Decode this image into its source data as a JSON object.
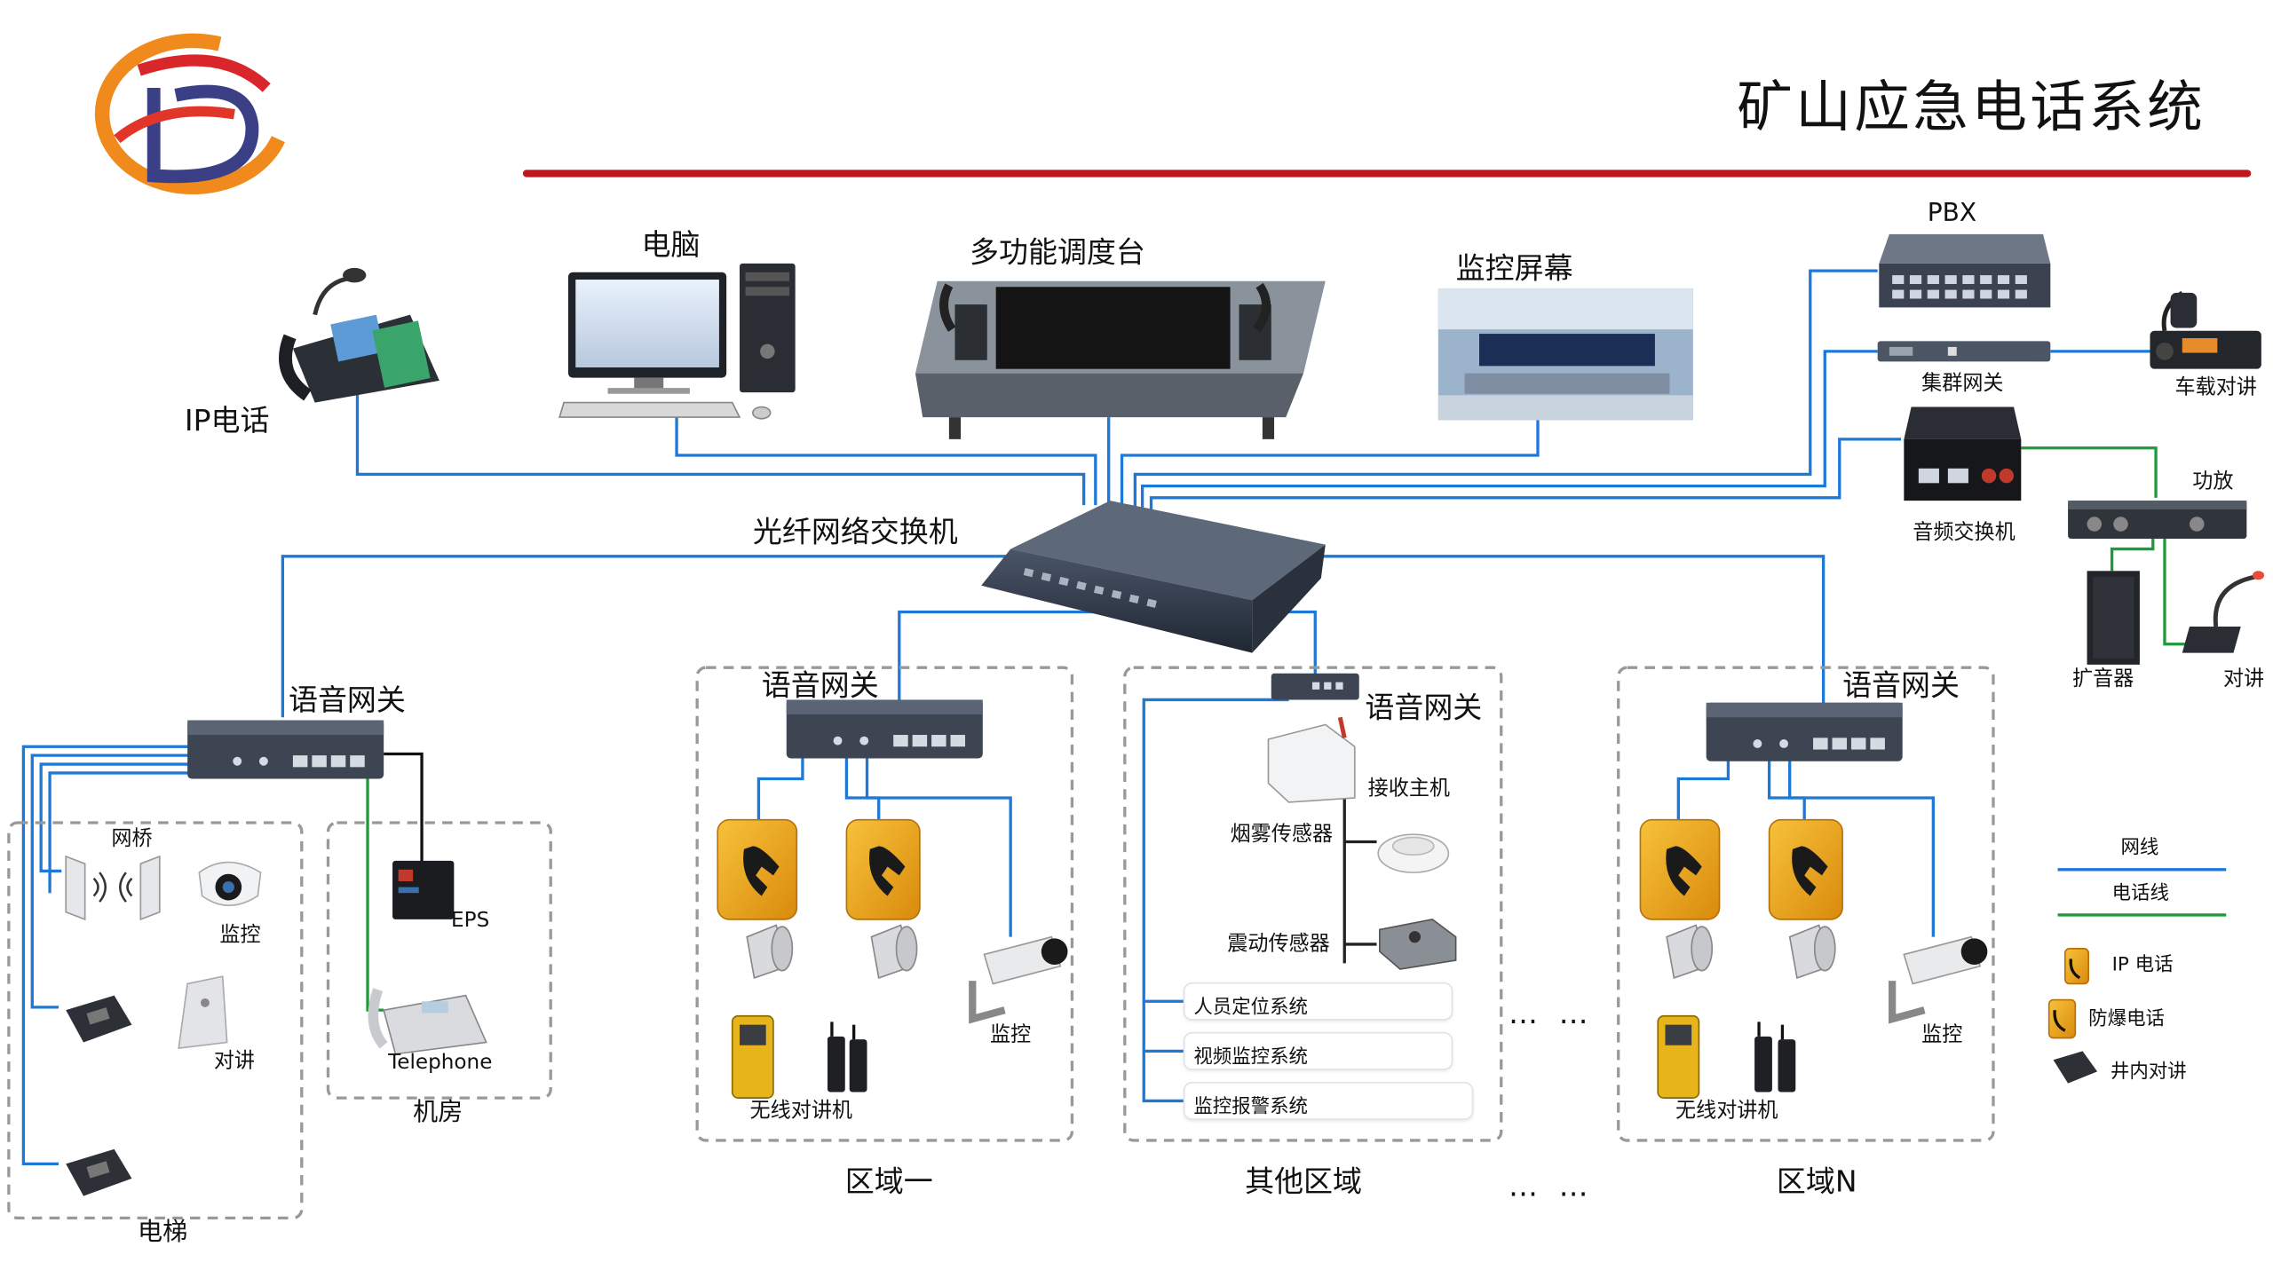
{
  "title": "矿山应急电话系统",
  "colors": {
    "title_bar": "#c0161d",
    "network_line": "#1e78d8",
    "phone_line": "#1e9a3a",
    "switch_body": "#2f3847"
  },
  "top_row": {
    "ip_phone": "IP电话",
    "computer": "电脑",
    "console": "多功能调度台",
    "monitor_screen": "监控屏幕"
  },
  "core_switch": "光纤网络交换机",
  "right_panel": {
    "pbx": "PBX",
    "trunk_gateway": "集群网关",
    "vehicle_radio": "车载对讲",
    "audio_switch": "音频交换机",
    "amplifier": "功放",
    "speaker": "扩音器",
    "intercom": "对讲"
  },
  "left_zone": {
    "gateway": "语音网关",
    "bridge": "网桥",
    "camera": "监控",
    "intercom": "对讲",
    "elevator": "电梯",
    "eps": "EPS",
    "telephone": "Telephone",
    "machine_room": "机房"
  },
  "zone1": {
    "gateway": "语音网关",
    "camera": "监控",
    "walkie": "无线对讲机",
    "name": "区域一"
  },
  "zone_other": {
    "gateway": "语音网关",
    "receiver": "接收主机",
    "smoke": "烟雾传感器",
    "vibration": "震动传感器",
    "systems": [
      "人员定位系统",
      "视频监控系统",
      "监控报警系统"
    ],
    "name": "其他区域"
  },
  "zoneN": {
    "gateway": "语音网关",
    "camera": "监控",
    "walkie": "无线对讲机",
    "name": "区域N"
  },
  "ellipsis": "… …",
  "legend": {
    "network": "网线",
    "phone": "电话线",
    "ip_phone": "IP 电话",
    "explosion_phone": "防爆电话",
    "mine_intercom": "井内对讲"
  }
}
